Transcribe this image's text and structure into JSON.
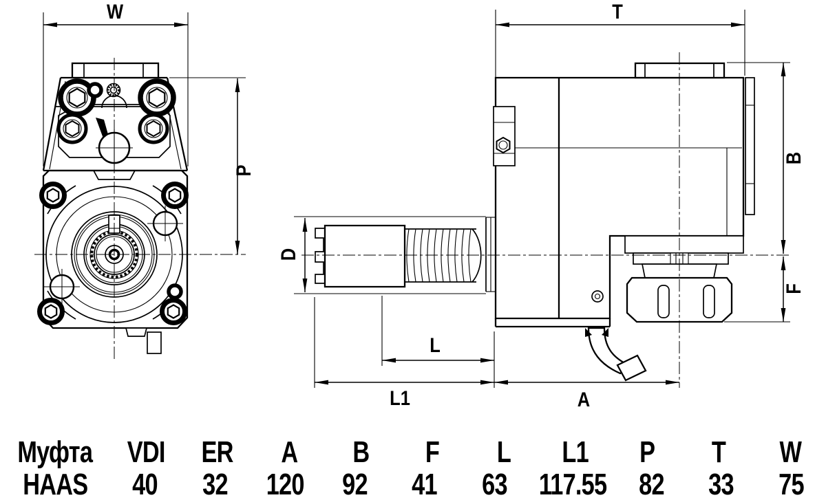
{
  "drawing": {
    "description": "VDI driven tool holder, radial, two orthographic views",
    "colors": {
      "line": "#000000",
      "background": "#ffffff"
    },
    "labels": {
      "W": "W",
      "P": "P",
      "T": "T",
      "B": "B",
      "D": "D",
      "F": "F",
      "L": "L",
      "L1": "L1",
      "A": "A"
    }
  },
  "table": {
    "headers": [
      "Муфта",
      "VDI",
      "ER",
      "A",
      "B",
      "F",
      "L",
      "L1",
      "P",
      "T",
      "W"
    ],
    "values": [
      "HAAS",
      "40",
      "32",
      "120",
      "92",
      "41",
      "63",
      "117.55",
      "82",
      "33",
      "75"
    ]
  }
}
